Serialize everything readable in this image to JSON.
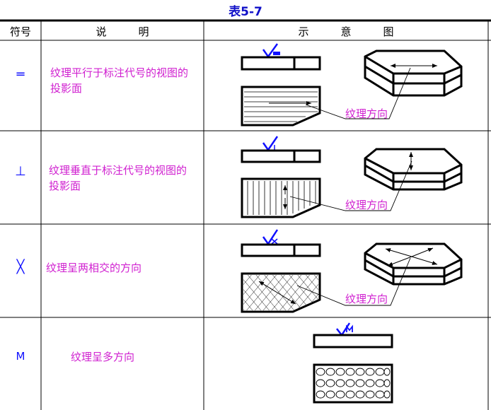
{
  "title": "表5-7",
  "headers": {
    "symbol": "符号",
    "description": "说　　　明",
    "diagram": "示　　　意　　　图"
  },
  "rows": [
    {
      "symbol": "═",
      "desc_line1": "纹理平行于标注代号的视图的",
      "desc_line2": "投影面",
      "label": "纹理方向"
    },
    {
      "symbol": "⊥",
      "desc_line1": "纹理垂直于标注代号的视图的",
      "desc_line2": "投影面",
      "label": "纹理方向"
    },
    {
      "symbol": "╳",
      "desc_line1": "纹理呈两相交的方向",
      "desc_line2": "",
      "label": "纹理方向"
    },
    {
      "symbol": "M",
      "desc_line1": "纹理呈多方向",
      "desc_line2": "",
      "label": ""
    }
  ],
  "colors": {
    "title": "#1010c8",
    "symbol": "#1010ff",
    "text": "#d020d0"
  }
}
